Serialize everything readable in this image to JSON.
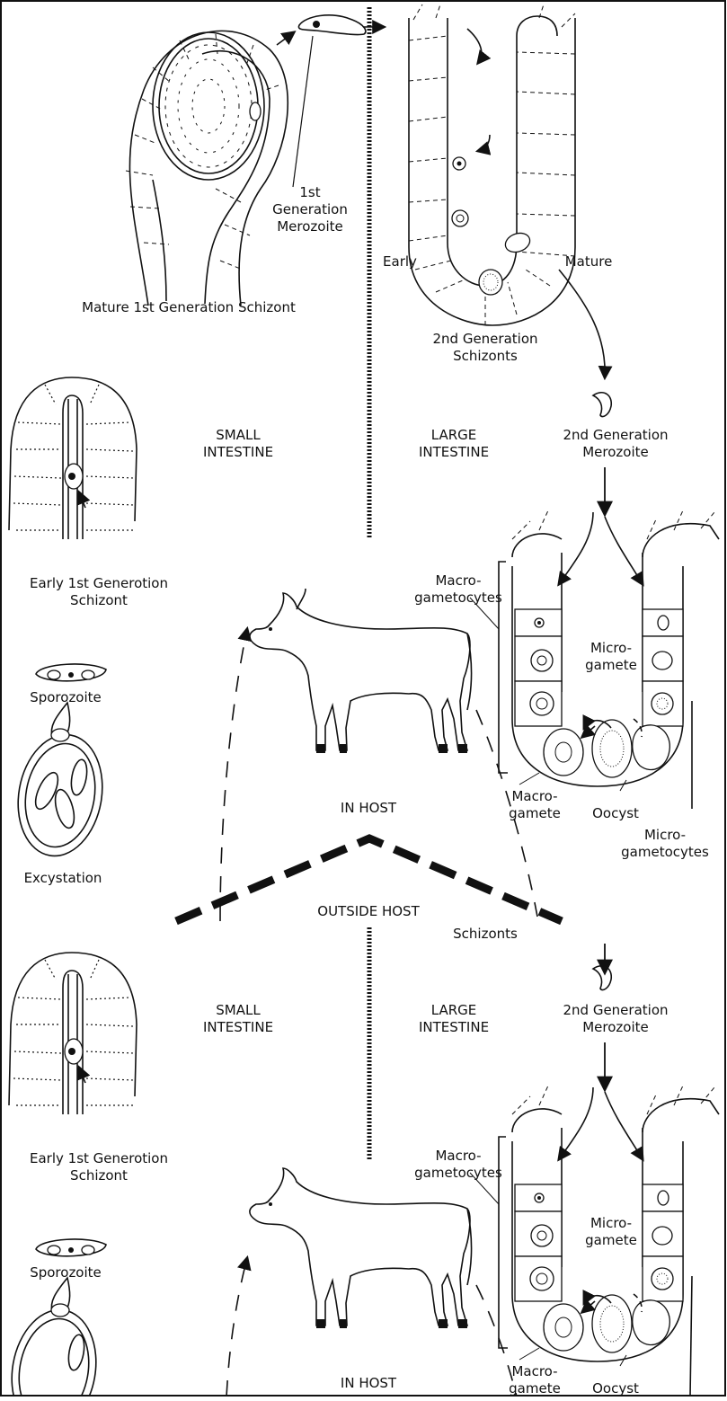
{
  "labels": {
    "mature_first_schizont": "Mature 1st Generation Schizont",
    "first_gen_merozoite": "1st\nGeneration\nMerozoite",
    "early": "Early",
    "mature": "Mature",
    "second_gen_schizonts": "2nd Generation\nSchizonts",
    "small_intestine": "SMALL\nINTESTINE",
    "large_intestine": "LARGE\nINTESTINE",
    "second_gen_merozoite": "2nd Generation\nMerozoite",
    "early_first_schizont": "Early 1st Generotion\nSchizont",
    "macrogametocytes": "Macro-\ngametocytes",
    "microgamete": "Micro-\ngamete",
    "sporozoite": "Sporozoite",
    "macrogamete": "Macro-\ngamete",
    "oocyst": "Oocyst",
    "microgametocytes": "Micro-\ngametocytes",
    "excystation": "Excystation",
    "in_host": "IN HOST",
    "outside_host": "OUTSIDE HOST",
    "schizonts": "Schizonts"
  }
}
